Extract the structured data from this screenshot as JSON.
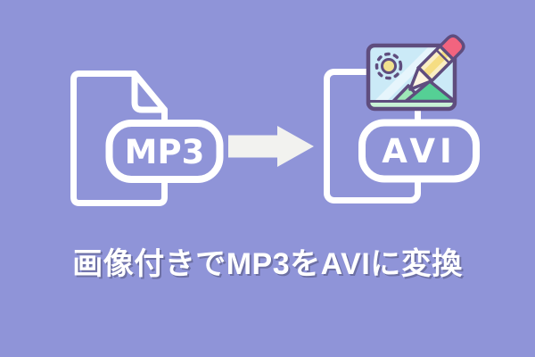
{
  "banner": {
    "background_color": "#8f94d8",
    "caption": "画像付きでMP3をAVIに変換",
    "caption_color": "#ffffff"
  },
  "conversion": {
    "source_format": "MP3",
    "target_format": "AVI",
    "arrow_direction": "right"
  },
  "icons": {
    "source_file_icon": "document-outline-with-folded-corner",
    "target_file_icon": "document-outline",
    "arrow_icon": "right-block-arrow",
    "image_edit_icon": "picture-with-sun-mountains-and-pencil"
  },
  "colors": {
    "file_outline": "#ffffff",
    "arrow": "#f2f2ef",
    "illustration_outline": "#5f4d7e",
    "sky": "#cbeaf7",
    "sky_stripe": "#e6f5fc",
    "sun_core": "#f2e18e",
    "mountain_green": "#55d095",
    "mountain_light_green": "#9fe8b8",
    "grass_strip": "#c9f2d6",
    "pencil_body": "#faeec4",
    "pencil_facet": "#f5dd82",
    "pencil_eraser": "#f2647f",
    "pencil_tip": "#fdf5e0"
  }
}
